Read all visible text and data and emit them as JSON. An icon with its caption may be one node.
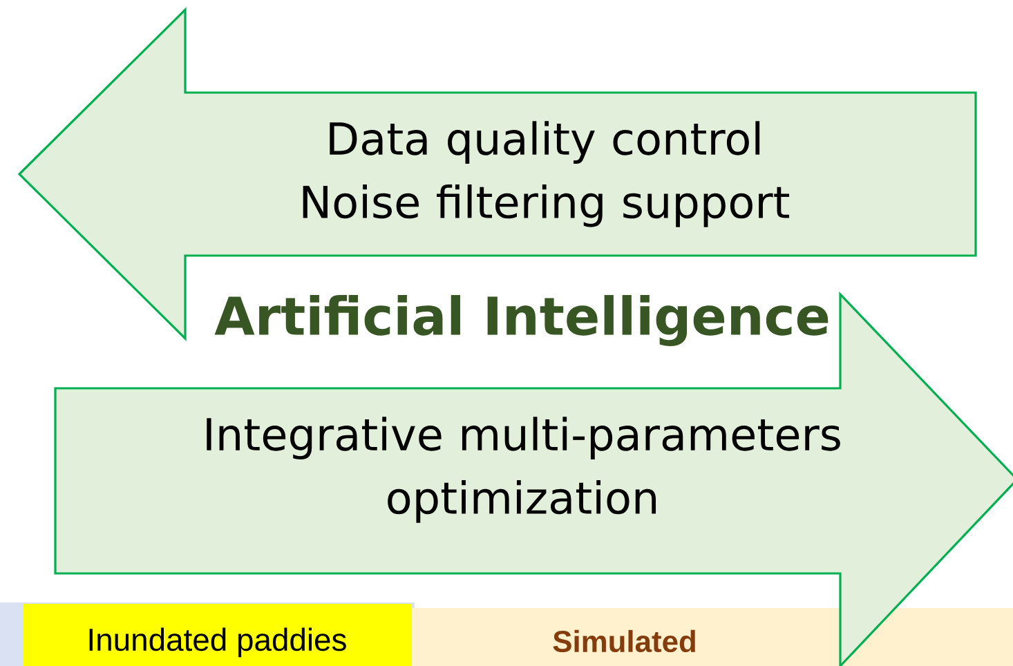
{
  "diagram": {
    "nodes": [
      {
        "text": [
          "Data quality control",
          "Noise filtering support"
        ]
      },
      {
        "text": [
          "Integrative multi-parameters optimization"
        ]
      },
      {
        "text": [],
        "shape": "bar"
      },
      {
        "text": [
          "Inundated paddies"
        ]
      },
      {
        "text": [
          "Simulated"
        ]
      }
    ],
    "labels": [
      "Artificial Intelligence"
    ]
  }
}
